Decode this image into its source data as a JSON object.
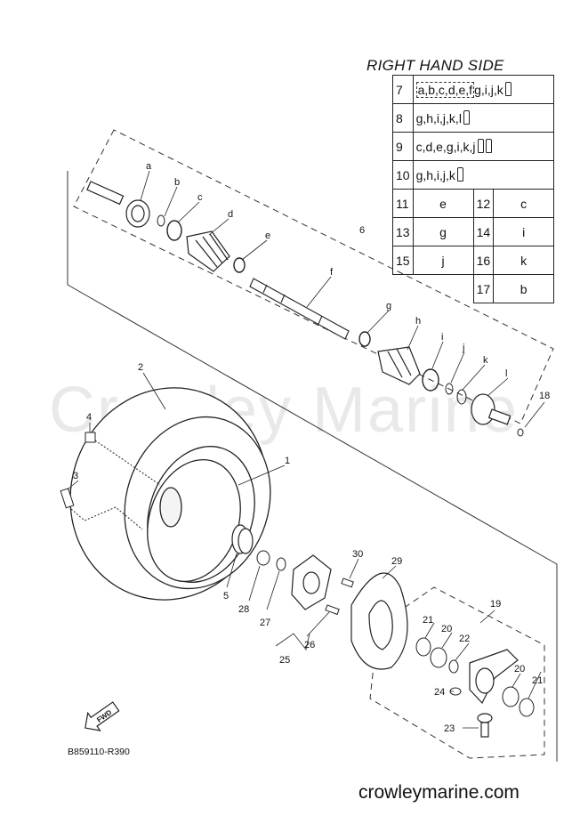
{
  "watermark": "Crowley Marine",
  "website": "crowleymarine.com",
  "diagram_code": "B859110-R390",
  "fwd_label": "FWD",
  "side_title": "RIGHT HAND SIDE",
  "legend": {
    "kits": [
      {
        "num": "7",
        "boxed": "a,b,c,d,e,f",
        "rest": "g,i,j,k",
        "bottles": 1
      },
      {
        "num": "8",
        "boxed": "",
        "rest": "g,h,i,j,k,l",
        "bottles": 1
      },
      {
        "num": "9",
        "boxed": "",
        "rest": "c,d,e,g,i,k,j",
        "bottles": 2
      },
      {
        "num": "10",
        "boxed": "",
        "rest": "g,h,i,j,k",
        "bottles": 1
      }
    ],
    "pairs": [
      {
        "left_num": "11",
        "left_val": "e",
        "right_num": "12",
        "right_val": "c"
      },
      {
        "left_num": "13",
        "left_val": "g",
        "right_num": "14",
        "right_val": "i"
      },
      {
        "left_num": "15",
        "left_val": "j",
        "right_num": "16",
        "right_val": "k"
      },
      {
        "left_num": "",
        "left_val": "",
        "right_num": "17",
        "right_val": "b"
      }
    ]
  },
  "part_labels": {
    "a": "a",
    "b": "b",
    "c": "c",
    "d": "d",
    "e": "e",
    "f": "f",
    "g": "g",
    "h": "h",
    "i": "i",
    "j": "j",
    "k": "k",
    "l": "l",
    "n1": "1",
    "n2": "2",
    "n3": "3",
    "n4": "4",
    "n5": "5",
    "n6": "6",
    "n18": "18",
    "n19": "19",
    "n20a": "20",
    "n20b": "20",
    "n21a": "21",
    "n21b": "21",
    "n22": "22",
    "n23": "23",
    "n24": "24",
    "n25": "25",
    "n26": "26",
    "n27": "27",
    "n28": "28",
    "n29": "29",
    "n30": "30"
  }
}
